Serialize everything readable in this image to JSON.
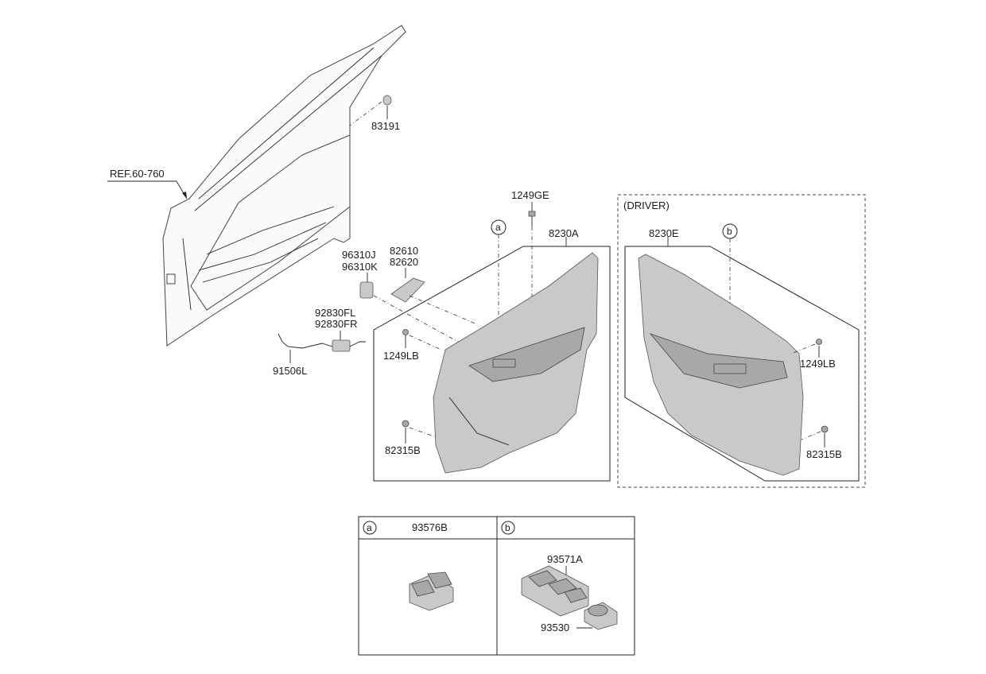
{
  "ref_label": "REF.60-760",
  "parts": {
    "p83191": "83191",
    "p1249ge": "1249GE",
    "p8230a": "8230A",
    "p8230e": "8230E",
    "p96310j": "96310J",
    "p96310k": "96310K",
    "p82610": "82610",
    "p82620": "82620",
    "p92830fl": "92830FL",
    "p92830fr": "92830FR",
    "p91506l": "91506L",
    "p1249lb_a": "1249LB",
    "p1249lb_b": "1249LB",
    "p82315b_a": "82315B",
    "p82315b_b": "82315B",
    "p93576b": "93576B",
    "p93571a": "93571A",
    "p93530": "93530"
  },
  "driver_label": "(DRIVER)",
  "callouts": {
    "a": "a",
    "b": "b"
  },
  "colors": {
    "line": "#222222",
    "part_fill": "#c9c9c9",
    "part_dark": "#a8a8a8"
  }
}
